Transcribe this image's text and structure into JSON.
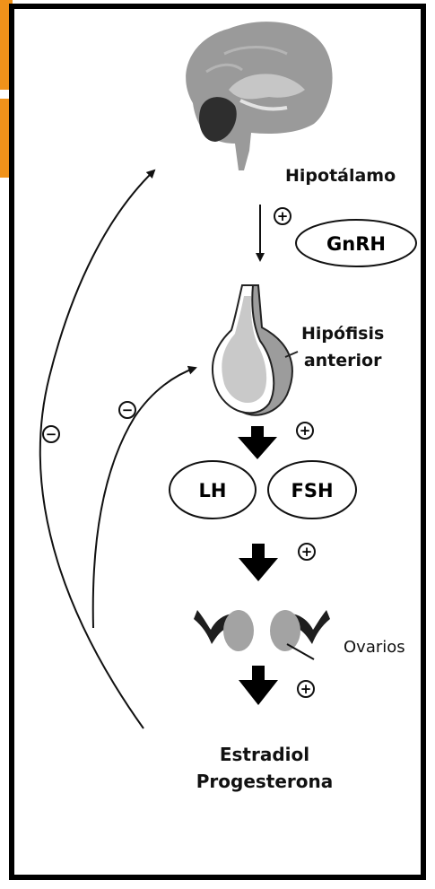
{
  "labels": {
    "hypothalamus": "Hipotálamo",
    "gnrh": "GnRH",
    "pituitary_line1": "Hipófisis",
    "pituitary_line2": "anterior",
    "lh": "LH",
    "fsh": "FSH",
    "ovaries": "Ovarios",
    "estradiol": "Estradiol",
    "progesterone": "Progesterona"
  },
  "signs": {
    "positive": "+",
    "negative": "−"
  },
  "colors": {
    "frame": "#000000",
    "accent_tab": "#f0921a",
    "brain_gray": "#9a9a9a",
    "pituitary_light": "#c9c9c9",
    "pituitary_dark": "#9c9c9c",
    "ovary_gray": "#a3a3a3"
  }
}
